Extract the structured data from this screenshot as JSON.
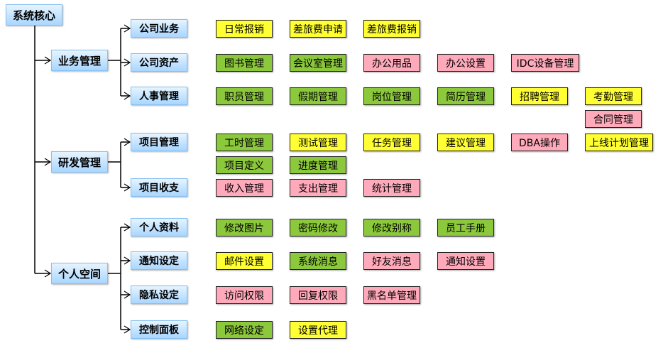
{
  "root": "系统核心",
  "colors": {
    "green": "#8cc83c",
    "yellow": "#ffff33",
    "pink": "#ffaabb"
  },
  "groups": [
    {
      "label": "业务管理",
      "children": [
        {
          "label": "公司业务",
          "items": [
            {
              "label": "日常报销",
              "color": "yellow"
            },
            {
              "label": "差旅费申请",
              "color": "yellow"
            },
            {
              "label": "差旅费报销",
              "color": "yellow"
            }
          ]
        },
        {
          "label": "公司资产",
          "items": [
            {
              "label": "图书管理",
              "color": "green"
            },
            {
              "label": "会议室管理",
              "color": "green"
            },
            {
              "label": "办公用品",
              "color": "pink"
            },
            {
              "label": "办公设置",
              "color": "pink"
            },
            {
              "label": "IDC设备管理",
              "color": "pink"
            }
          ]
        },
        {
          "label": "人事管理",
          "items": [
            {
              "label": "职员管理",
              "color": "green"
            },
            {
              "label": "假期管理",
              "color": "green"
            },
            {
              "label": "岗位管理",
              "color": "green"
            },
            {
              "label": "简历管理",
              "color": "green"
            },
            {
              "label": "招聘管理",
              "color": "yellow"
            },
            {
              "label": "考勤管理",
              "color": "yellow"
            },
            {
              "label": "合同管理",
              "color": "pink"
            }
          ]
        }
      ]
    },
    {
      "label": "研发管理",
      "children": [
        {
          "label": "项目管理",
          "items": [
            {
              "label": "工时管理",
              "color": "green"
            },
            {
              "label": "测试管理",
              "color": "yellow"
            },
            {
              "label": "任务管理",
              "color": "yellow"
            },
            {
              "label": "建议管理",
              "color": "yellow"
            },
            {
              "label": "DBA操作",
              "color": "pink"
            },
            {
              "label": "上线计划管理",
              "color": "yellow"
            },
            {
              "label": "项目定义",
              "color": "green"
            },
            {
              "label": "进度管理",
              "color": "green"
            }
          ]
        },
        {
          "label": "项目收支",
          "items": [
            {
              "label": "收入管理",
              "color": "pink"
            },
            {
              "label": "支出管理",
              "color": "pink"
            },
            {
              "label": "统计管理",
              "color": "pink"
            }
          ]
        }
      ]
    },
    {
      "label": "个人空间",
      "children": [
        {
          "label": "个人资料",
          "items": [
            {
              "label": "修改图片",
              "color": "green"
            },
            {
              "label": "密码修改",
              "color": "green"
            },
            {
              "label": "修改别称",
              "color": "green"
            },
            {
              "label": "员工手册",
              "color": "green"
            }
          ]
        },
        {
          "label": "通知设定",
          "items": [
            {
              "label": "邮件设置",
              "color": "yellow"
            },
            {
              "label": "系统消息",
              "color": "green"
            },
            {
              "label": "好友消息",
              "color": "pink"
            },
            {
              "label": "通知设置",
              "color": "pink"
            }
          ]
        },
        {
          "label": "隐私设定",
          "items": [
            {
              "label": "访问权限",
              "color": "pink"
            },
            {
              "label": "回复权限",
              "color": "pink"
            },
            {
              "label": "黑名单管理",
              "color": "pink"
            }
          ]
        },
        {
          "label": "控制面板",
          "items": [
            {
              "label": "网络设定",
              "color": "green"
            },
            {
              "label": "设置代理",
              "color": "yellow"
            }
          ]
        }
      ]
    }
  ]
}
